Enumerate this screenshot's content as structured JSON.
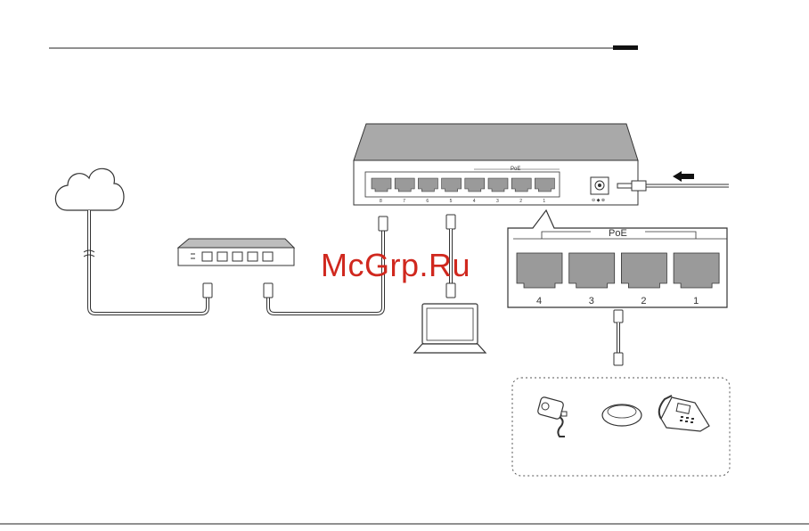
{
  "switch": {
    "port_numbers": [
      "8",
      "7",
      "6",
      "5",
      "4",
      "3",
      "2",
      "1"
    ],
    "poe_label": "PoE"
  },
  "zoom": {
    "poe_label": "PoE",
    "port_numbers": [
      "4",
      "3",
      "2",
      "1"
    ]
  },
  "watermark": "McGrp.Ru",
  "colors": {
    "watermark": "#d0281e",
    "device_gray": "#a9a9a9",
    "port_gray": "#9a9a9a"
  },
  "icons": [
    "cloud-icon",
    "router-icon",
    "laptop-icon",
    "ip-camera-icon",
    "access-point-icon",
    "ip-phone-icon",
    "power-adapter-icon",
    "arrow-left-icon"
  ]
}
